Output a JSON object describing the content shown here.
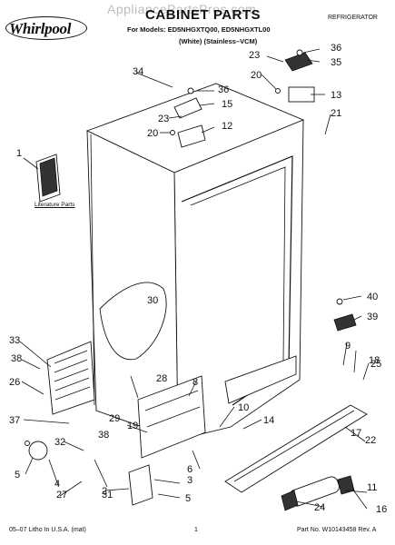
{
  "header": {
    "brand": "Whirlpool",
    "watermark": "AppliancePartsPros.com",
    "title": "CABINET PARTS",
    "category": "REFRIGERATOR",
    "models_line": "For Models: ED5NHGXTQ00, ED5NHGXTL00",
    "variants_line": "(White)          (Stainless–VCM)"
  },
  "literature_label": "Literature Parts",
  "callouts": [
    "1",
    "2",
    "3",
    "4",
    "5",
    "5",
    "6",
    "8",
    "9",
    "10",
    "11",
    "12",
    "13",
    "14",
    "15",
    "16",
    "17",
    "18",
    "19",
    "20",
    "20",
    "21",
    "22",
    "23",
    "23",
    "24",
    "25",
    "26",
    "27",
    "28",
    "29",
    "30",
    "31",
    "32",
    "33",
    "34",
    "35",
    "36",
    "36",
    "37",
    "38",
    "38",
    "39",
    "40"
  ],
  "footer": {
    "left": "05–07 Litho In U.S.A. (mat)",
    "page": "1",
    "right": "Part No. W10143458 Rev. A"
  }
}
